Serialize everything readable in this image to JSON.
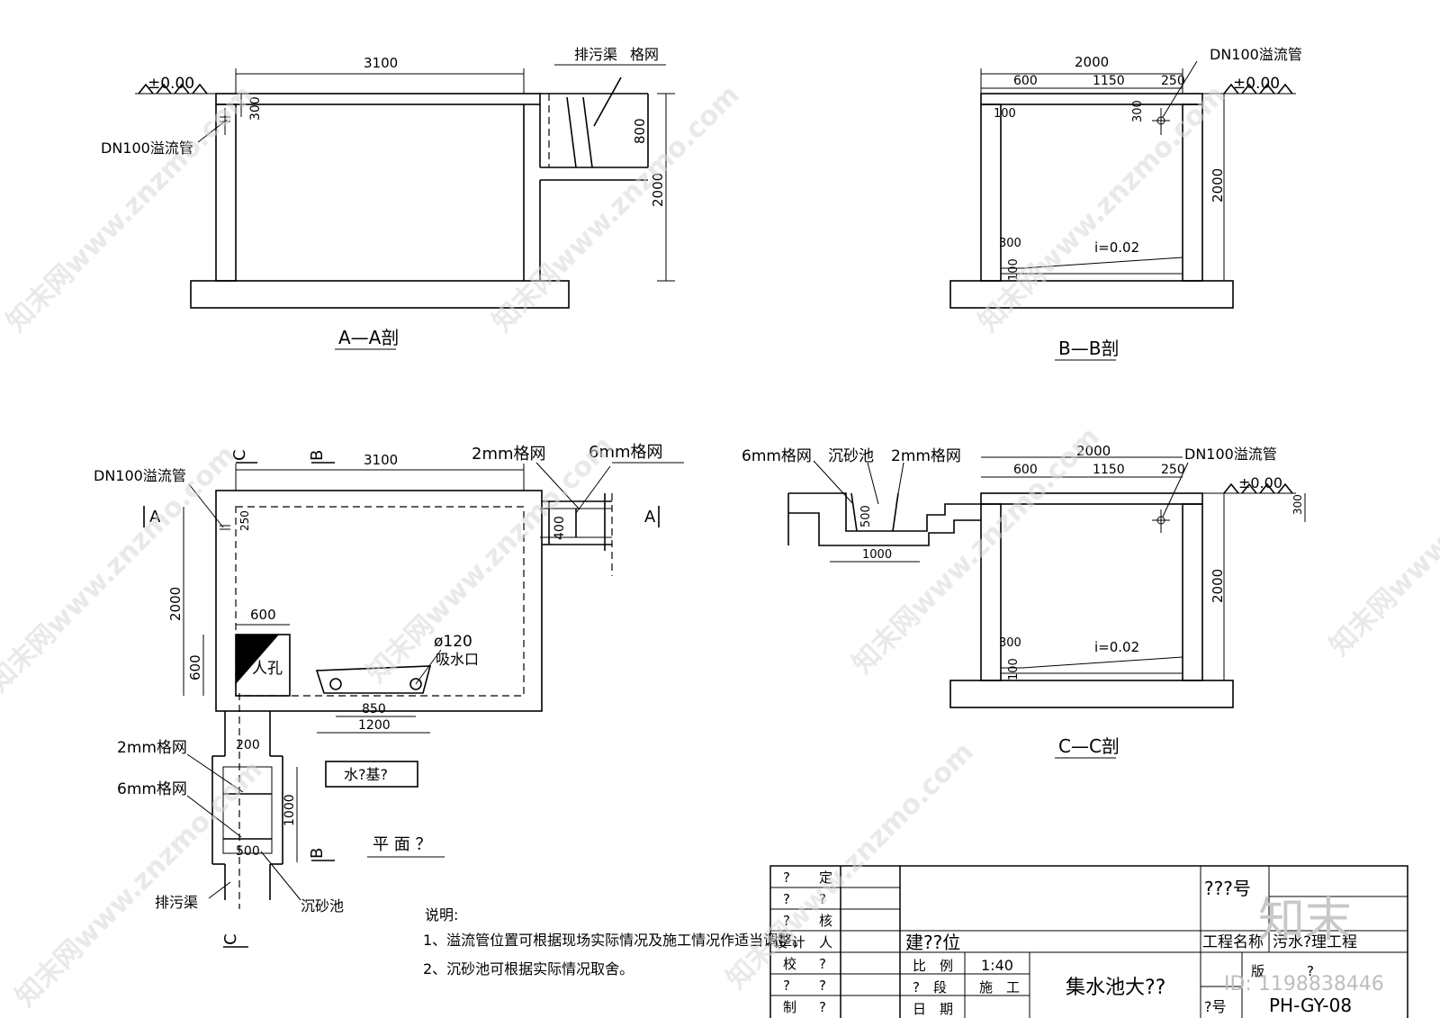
{
  "sections": {
    "aa": {
      "title": "A—A剖",
      "level": "±0.00",
      "dim_width": "3100",
      "dim_300": "300",
      "dim_800": "800",
      "dim_2000": "2000",
      "pipe": "DN100溢流管",
      "channel": "排污渠",
      "grid": "格网"
    },
    "bb": {
      "title": "B—B剖",
      "level": "±0.00",
      "dim_total": "2000",
      "dim_600": "600",
      "dim_1150": "1150",
      "dim_250": "250",
      "dim_100_top": "100",
      "dim_300": "300",
      "dim_2000v": "2000",
      "dim_300b": "300",
      "dim_100b": "100",
      "slope": "i=0.02",
      "pipe": "DN100溢流管"
    },
    "plan": {
      "title": "平 面 ？",
      "dim_3100": "3100",
      "dim_2000": "2000",
      "dim_600h": "600",
      "dim_600v": "600",
      "dim_250": "250",
      "dim_400": "400",
      "dim_850": "850",
      "dim_1200": "1200",
      "dim_200": "200",
      "dim_1000": "1000",
      "dim_500": "500",
      "pipe": "DN100溢流管",
      "grid2": "2mm格网",
      "grid6": "6mm格网",
      "grid2b": "2mm格网",
      "grid6b": "6mm格网",
      "manhole": "人孔",
      "suction_d": "ø120",
      "suction": "吸水口",
      "pump_base": "水?基?",
      "channel": "排污渠",
      "sand_tank": "沉砂池",
      "mark_a": "A",
      "mark_b": "B",
      "mark_c": "C"
    },
    "cc": {
      "title": "C—C剖",
      "grid6": "6mm格网",
      "sand_tank": "沉砂池",
      "grid2": "2mm格网",
      "pipe": "DN100溢流管",
      "level": "±0.00",
      "dim_total": "2000",
      "dim_600": "600",
      "dim_1150": "1150",
      "dim_250": "250",
      "dim_500": "500",
      "dim_1000": "1000",
      "dim_300": "300",
      "dim_2000v": "2000",
      "dim_300b": "300",
      "dim_100b": "100",
      "slope": "i=0.02"
    }
  },
  "notes": {
    "heading": "说明:",
    "line1": "1、溢流管位置可根据现场实际情况及施工情况作适当调整。",
    "line2": "2、沉砂池可根据实际情况取舍。"
  },
  "title_block": {
    "left_rows": [
      [
        "?",
        "定"
      ],
      [
        "?",
        "?"
      ],
      [
        "?",
        "核"
      ],
      [
        "设 计",
        "人"
      ],
      [
        "校",
        "?"
      ],
      [
        "?",
        "?"
      ],
      [
        "制",
        "?"
      ]
    ],
    "drawing_no_label": "???号",
    "build_unit": "建??位",
    "project_name_label": "工程名称",
    "project_name": "污水?理工程",
    "scale_label": "比　例",
    "scale": "1:40",
    "phase_label": "?　段",
    "phase": "施　工",
    "date_label": "日　期",
    "drawing_title": "集水池大??",
    "drawing_code_label": "?号",
    "drawing_code": "PH-GY-08",
    "version_label": "版",
    "version": "?"
  },
  "watermarks": {
    "site": "知末网www.znzmo.com",
    "logo": "知末",
    "id": "ID: 1198838446"
  }
}
